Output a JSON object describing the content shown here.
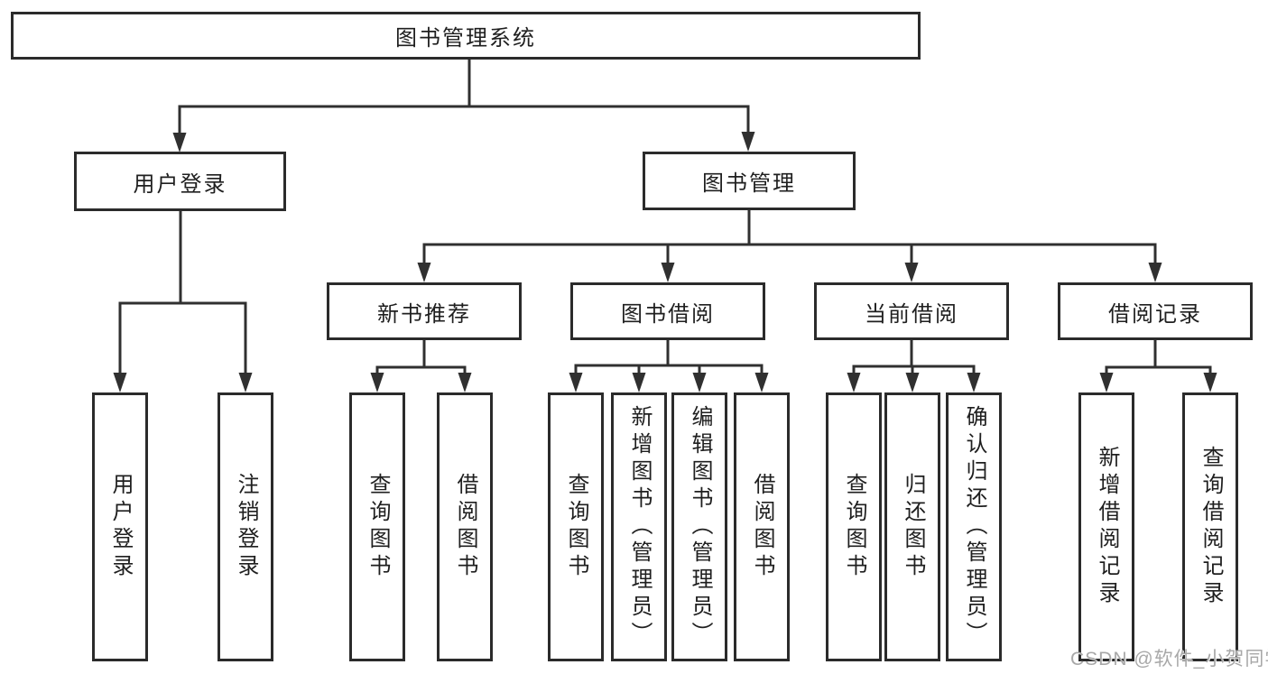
{
  "page": {
    "background": "#ffffff",
    "watermark": "CSDN @软件_小贺同学"
  },
  "diagram": {
    "type": "hierarchy-tree",
    "colors": {
      "line": "#303030",
      "box_border": "#2b2b2b",
      "text": "#1f1f1f",
      "background": "#ffffff",
      "watermark_text": "#a8a8a8"
    },
    "root": {
      "label": "图书管理系统"
    },
    "branches": [
      {
        "label": "用户登录",
        "children": [
          {
            "label": "用户登录"
          },
          {
            "label": "注销登录"
          }
        ]
      },
      {
        "label": "图书管理",
        "children": [
          {
            "label": "新书推荐",
            "children": [
              {
                "label": "查询图书"
              },
              {
                "label": "借阅图书"
              }
            ]
          },
          {
            "label": "图书借阅",
            "children": [
              {
                "label": "查询图书"
              },
              {
                "label": "新增图书（管理员）"
              },
              {
                "label": "编辑图书（管理员）"
              },
              {
                "label": "借阅图书"
              }
            ]
          },
          {
            "label": "当前借阅",
            "children": [
              {
                "label": "查询图书"
              },
              {
                "label": "归还图书"
              },
              {
                "label": "确认归还（管理员）"
              }
            ]
          },
          {
            "label": "借阅记录",
            "children": [
              {
                "label": "新增借阅记录"
              },
              {
                "label": "查询借阅记录"
              }
            ]
          }
        ]
      }
    ]
  }
}
